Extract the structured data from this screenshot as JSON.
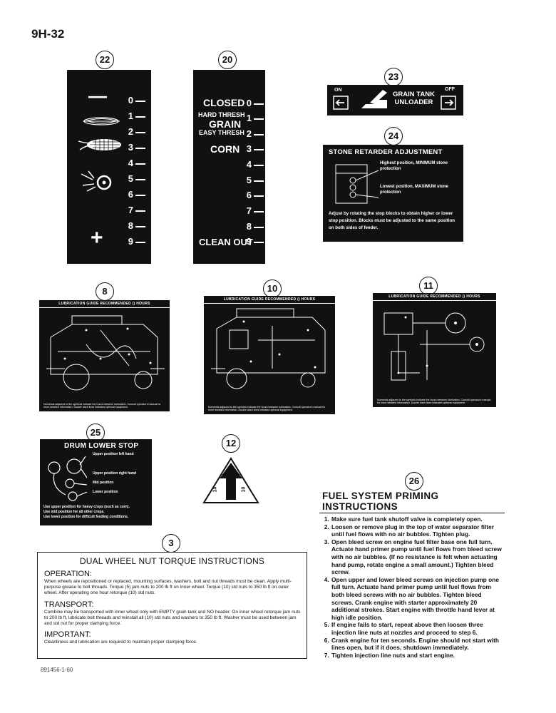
{
  "page": {
    "number": "9H-32",
    "footer_code": "891456-1-60"
  },
  "callouts": {
    "c22": "22",
    "c20": "20",
    "c23": "23",
    "c24": "24",
    "c8": "8",
    "c10": "10",
    "c11": "11",
    "c25": "25",
    "c12": "12",
    "c26": "26",
    "c3": "3"
  },
  "decal22": {
    "ticks": [
      "0",
      "1",
      "2",
      "3",
      "4",
      "5",
      "6",
      "7",
      "8",
      "9"
    ],
    "minus": "—",
    "plus": "+"
  },
  "decal20": {
    "ticks": [
      "0",
      "1",
      "2",
      "3",
      "4",
      "5",
      "6",
      "7",
      "8",
      "9"
    ],
    "closed": "CLOSED",
    "hard": "HARD THRESH",
    "grain": "GRAIN",
    "easy": "EASY THRESH",
    "corn": "CORN",
    "clean": "CLEAN OUT"
  },
  "decal23": {
    "on": "ON",
    "off": "OFF",
    "line1": "GRAIN TANK",
    "line2": "UNLOADER"
  },
  "decal24": {
    "title": "STONE RETARDER ADJUSTMENT",
    "high": "Highest position, MINIMUM stone protection",
    "low": "Lowest position, MAXIMUM stone protection",
    "body": "Adjust by rotating the stop blocks to obtain higher or lower stop position. Blocks must be adjusted to the same position on both sides of feeder."
  },
  "lub": {
    "title": "LUBRICATION GUIDE RECOMMENDED () HOURS",
    "foot": "Numerals adjacent to the symbols indicate the hours between lubrication. Consult operator's manual for more detailed information. Double dash lines indicates optional equipment."
  },
  "decal25": {
    "title": "DRUM LOWER STOP",
    "upper_left": "Upper position left hand",
    "upper_right": "Upper position right hand",
    "mid": "Mid position",
    "lower": "Lower position",
    "note1": "Use upper position for heavy crops (such as corn).",
    "note2": "Use mid position for all other crops.",
    "note3": "Use lower position for difficult feeding conditions."
  },
  "decal12": {
    "label": "10"
  },
  "dual": {
    "title": "DUAL WHEEL NUT TORQUE INSTRUCTIONS",
    "op_head": "OPERATION:",
    "op_text": "When wheels are repositioned or replaced, mounting surfaces, washers, bolt and nut threads must be clean. Apply multi-purpose grease to bolt threads. Torque (5) jam nuts to 200 lb ft on inner wheel. Torque (10) std nuts to 350 lb ft on outer wheel. After operating one hour retorque (10) std nuts.",
    "tr_head": "TRANSPORT:",
    "tr_text": "Combine may be transported with inner wheel only with EMPTY grain tank and NO header. On inner wheel retorque jam nuts to 200 lb ft, lubricate bolt threads and reinstall all (10) std nuts and washers to 350 lb ft. Washer must be used between jam and std nut for proper clamping force.",
    "im_head": "IMPORTANT:",
    "im_text": "Cleanliness and lubrication are required to maintain proper clamping force."
  },
  "fuel": {
    "title": "FUEL SYSTEM PRIMING INSTRUCTIONS",
    "steps": [
      "Make sure fuel tank shutoff valve is completely open.",
      "Loosen or remove plug in the top of water separator filter until fuel flows with no air bubbles. Tighten plug.",
      "Open bleed screw on engine fuel filter base one full turn. Actuate hand primer pump until fuel flows from bleed screw with no air bubbles. (If no resistance is felt when actuating hand pump, rotate engine a small amount.) Tighten bleed screw.",
      "Open upper and lower bleed screws on injection pump one full turn. Actuate hand primer pump until fuel flows from both bleed screws with no air bubbles. Tighten bleed screws. Crank engine with starter approximately 20 additional strokes. Start engine with throttle hand lever at high idle position.",
      "If engine fails to start, repeat above then loosen three injection line nuts at nozzles and proceed to step 6.",
      "Crank engine for ten seconds. Engine should not start with lines open, but if it does, shutdown immediately.",
      "Tighten injection line nuts and start engine."
    ]
  }
}
